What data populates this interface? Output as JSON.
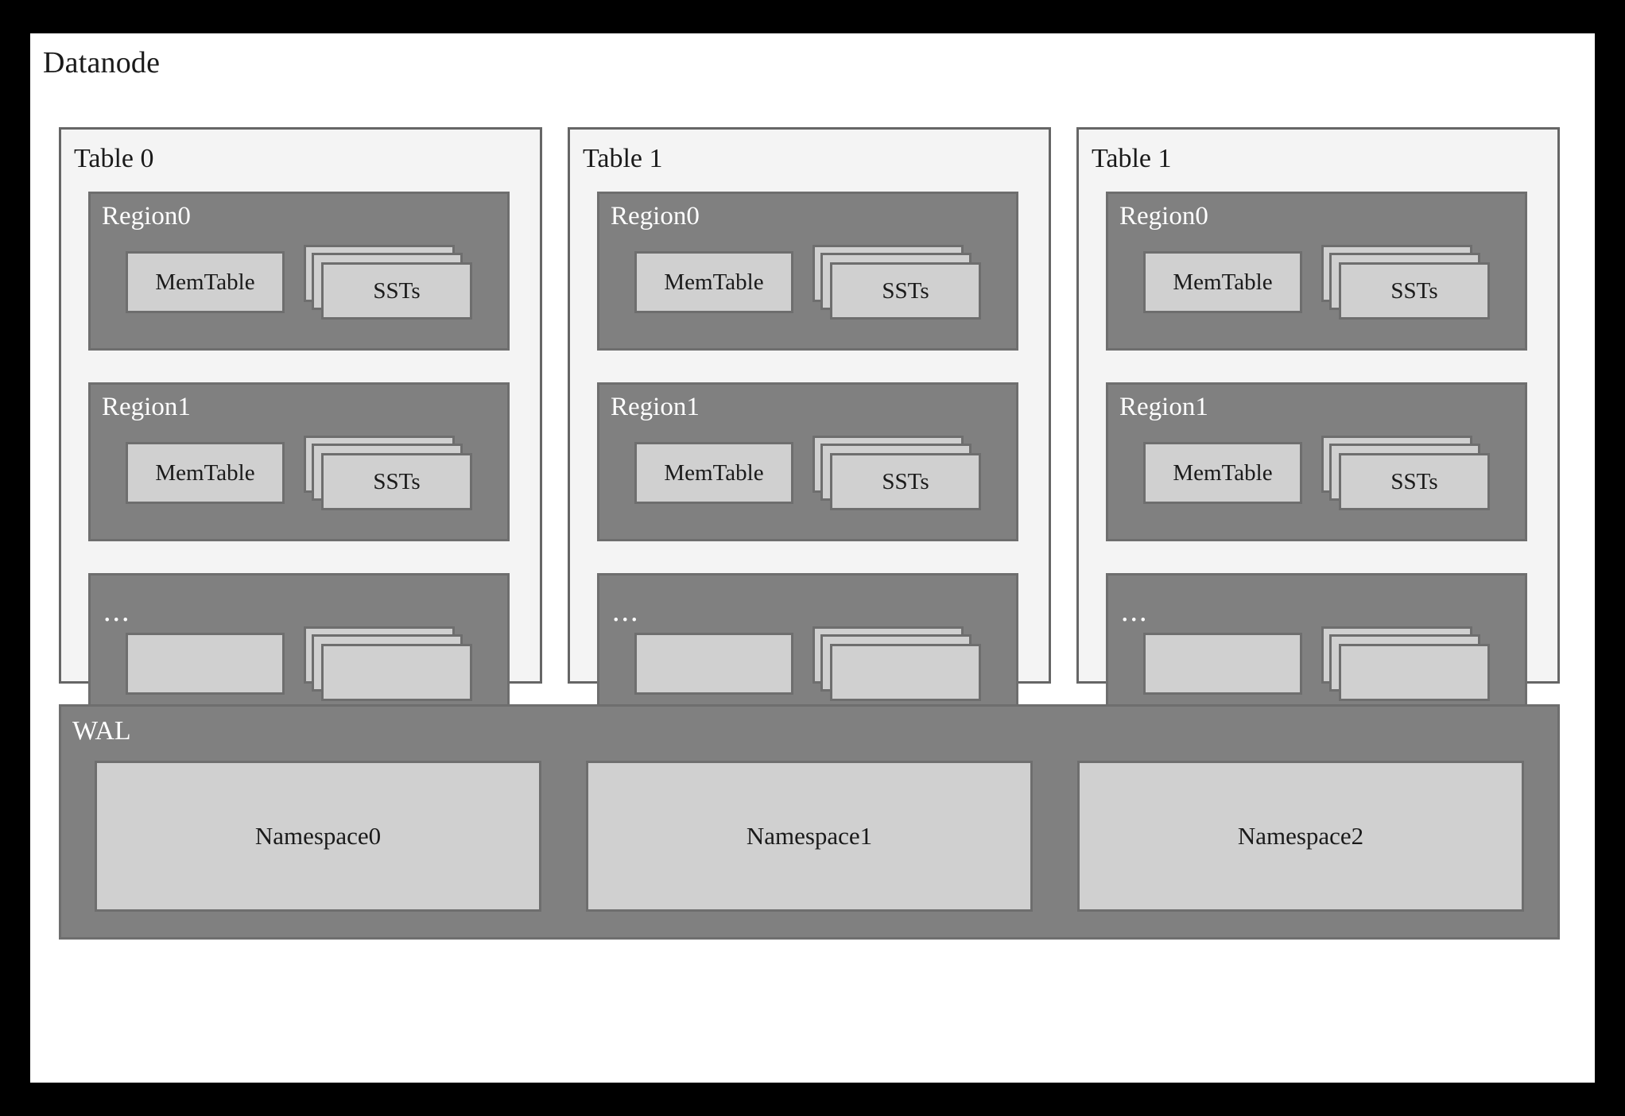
{
  "diagram": {
    "title": "Datanode",
    "colors": {
      "frame": "#000000",
      "canvas": "#ffffff",
      "table_fill": "#f4f4f4",
      "table_border": "#666666",
      "region_fill": "#808080",
      "region_border": "#6e6e6e",
      "box_fill": "#d0d0d0",
      "box_border": "#6e6e6e",
      "dark_text": "#1a1a1a",
      "light_text": "#ffffff"
    }
  },
  "tables": [
    {
      "label": "Table 0",
      "regions": [
        {
          "label": "Region0",
          "is_ellipsis": false,
          "memtable": "MemTable",
          "sst": "SSTs"
        },
        {
          "label": "Region1",
          "is_ellipsis": false,
          "memtable": "MemTable",
          "sst": "SSTs"
        },
        {
          "label": "...",
          "is_ellipsis": true,
          "memtable": "",
          "sst": ""
        }
      ]
    },
    {
      "label": "Table 1",
      "regions": [
        {
          "label": "Region0",
          "is_ellipsis": false,
          "memtable": "MemTable",
          "sst": "SSTs"
        },
        {
          "label": "Region1",
          "is_ellipsis": false,
          "memtable": "MemTable",
          "sst": "SSTs"
        },
        {
          "label": "...",
          "is_ellipsis": true,
          "memtable": "",
          "sst": ""
        }
      ]
    },
    {
      "label": "Table 1",
      "regions": [
        {
          "label": "Region0",
          "is_ellipsis": false,
          "memtable": "MemTable",
          "sst": "SSTs"
        },
        {
          "label": "Region1",
          "is_ellipsis": false,
          "memtable": "MemTable",
          "sst": "SSTs"
        },
        {
          "label": "...",
          "is_ellipsis": true,
          "memtable": "",
          "sst": ""
        }
      ]
    }
  ],
  "wal": {
    "label": "WAL",
    "namespaces": [
      {
        "label": "Namespace0"
      },
      {
        "label": "Namespace1"
      },
      {
        "label": "Namespace2"
      }
    ]
  }
}
